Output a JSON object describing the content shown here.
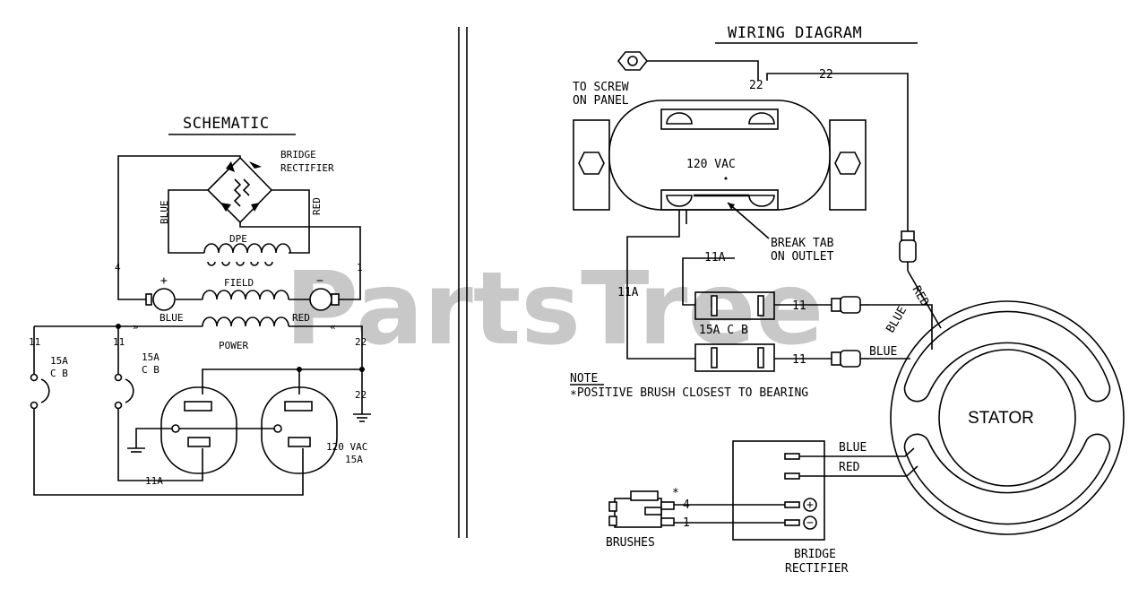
{
  "watermark": "PartsTree",
  "schematic": {
    "title": "SCHEMATIC",
    "bridge_label": [
      "BRIDGE",
      "RECTIFIER"
    ],
    "blue": "BLUE",
    "red": "RED",
    "dpe": "DPE",
    "field": "FIELD",
    "power": "POWER",
    "plus": "+",
    "minus": "−",
    "wire_4": "4",
    "wire_1": "1",
    "wire_11_left": "11",
    "wire_11_mid": "11",
    "wire_22_top": "22",
    "wire_22_bot": "22",
    "wire_11a": "11A",
    "cb1": [
      "15A",
      "C B"
    ],
    "cb2": [
      "15A",
      "C B"
    ],
    "outlet_label": [
      "120 VAC",
      "15A"
    ]
  },
  "wiring": {
    "title": "WIRING DIAGRAM",
    "to_screw": [
      "TO SCREW",
      "ON PANEL"
    ],
    "wire_22_a": "22",
    "wire_22_b": "22",
    "vac": "120 VAC",
    "break_tab": [
      "BREAK TAB",
      "ON OUTLET"
    ],
    "wire_11a_a": "11A",
    "wire_11a_b": "11A",
    "cb": "15A C B",
    "wire_11_a": "11",
    "wire_11_b": "11",
    "blue_a": "BLUE",
    "blue_b": "BLUE",
    "red_a": "RED",
    "note_title": "NOTE",
    "note_text": "∗POSITIVE BRUSH CLOSEST TO BEARING",
    "stator": "STATOR",
    "rect_blue": "BLUE",
    "rect_red": "RED",
    "wire_4": "4",
    "wire_1": "1",
    "asterisk": "*",
    "brushes": "BRUSHES",
    "bridge_label": [
      "BRIDGE",
      "RECTIFIER"
    ],
    "plus_icon": "+",
    "minus_icon": "−"
  }
}
